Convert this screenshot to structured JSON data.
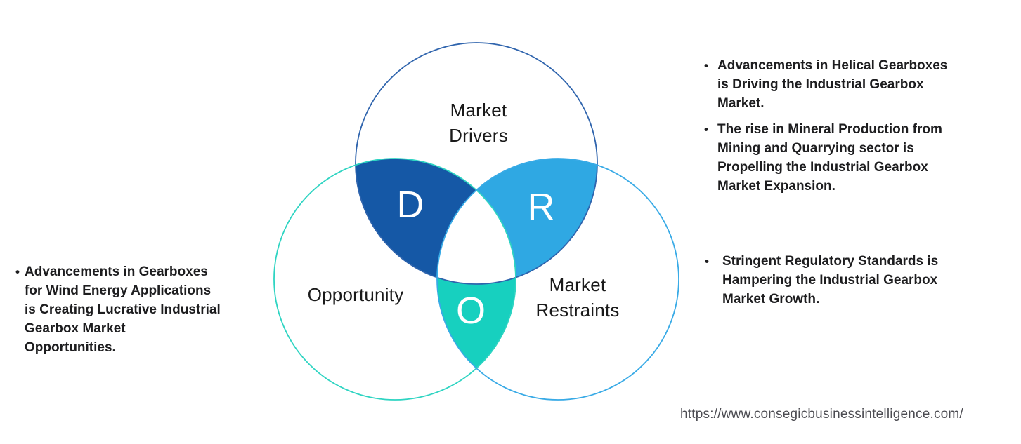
{
  "venn": {
    "drivers_label": "Market\nDrivers",
    "opportunity_label": "Opportunity",
    "restraints_label": "Market\nRestraints",
    "drivers_letter": "D",
    "restraints_letter": "R",
    "opportunity_letter": "O",
    "colors": {
      "drivers_stroke": "#2f64ad",
      "opportunity_stroke": "#2ed4c2",
      "restraints_stroke": "#38aae6",
      "d_region_fill": "#1558a6",
      "r_region_fill": "#2fa8e3",
      "o_region_fill": "#17d0bf",
      "center_region_fill": "#ffffff",
      "letter_color": "#ffffff"
    }
  },
  "left_panel": {
    "bullets": [
      "Advancements in Gearboxes\nfor Wind Energy Applications\nis Creating Lucrative Industrial\nGearbox Market\nOpportunities."
    ]
  },
  "right_panel_top": {
    "bullets": [
      "Advancements in Helical Gearboxes\nis Driving the Industrial Gearbox\nMarket.",
      "The rise in Mineral Production from\nMining and Quarrying sector is\nPropelling the Industrial Gearbox\nMarket Expansion."
    ]
  },
  "right_panel_bottom": {
    "bullets": [
      "Stringent Regulatory Standards is\nHampering the Industrial Gearbox\nMarket Growth."
    ]
  },
  "footer": {
    "url": "https://www.consegicbusinessintelligence.com/"
  },
  "ui": {
    "bullet_glyph": "•"
  }
}
